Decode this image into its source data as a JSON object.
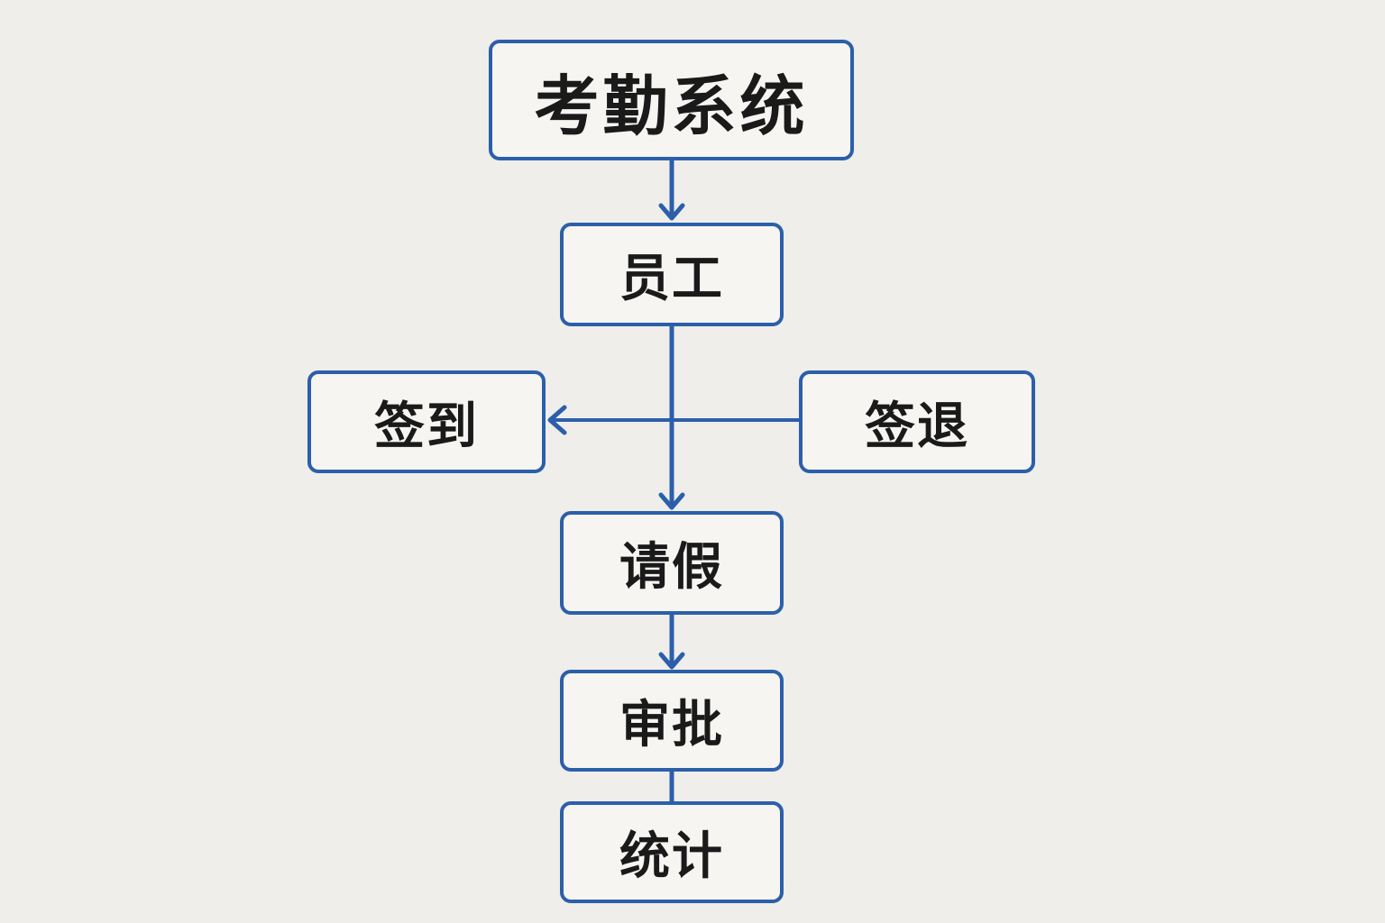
{
  "diagram": {
    "colors": {
      "background": "#efeeeb",
      "node_border": "#2c5faa",
      "node_fill": "#f6f5f2",
      "connector": "#2c5faa",
      "text": "#1a1a1a"
    },
    "nodes": {
      "root": "考勤系统",
      "employee": "员工",
      "check_in": "签到",
      "check_out": "签退",
      "leave": "请假",
      "approval": "审批",
      "statistics": "统计"
    }
  }
}
